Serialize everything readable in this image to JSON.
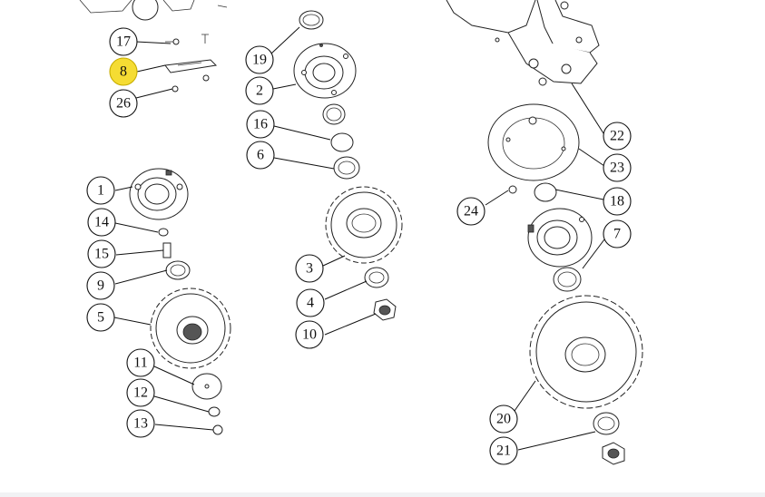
{
  "diagram": {
    "callouts": [
      {
        "id": "17",
        "label": "17",
        "highlighted": false
      },
      {
        "id": "8",
        "label": "8",
        "highlighted": true,
        "highlight_color": "#f5dc33"
      },
      {
        "id": "26",
        "label": "26",
        "highlighted": false
      },
      {
        "id": "19",
        "label": "19",
        "highlighted": false
      },
      {
        "id": "2",
        "label": "2",
        "highlighted": false
      },
      {
        "id": "16",
        "label": "16",
        "highlighted": false
      },
      {
        "id": "6",
        "label": "6",
        "highlighted": false
      },
      {
        "id": "1",
        "label": "1",
        "highlighted": false
      },
      {
        "id": "14",
        "label": "14",
        "highlighted": false
      },
      {
        "id": "15",
        "label": "15",
        "highlighted": false
      },
      {
        "id": "9",
        "label": "9",
        "highlighted": false
      },
      {
        "id": "5",
        "label": "5",
        "highlighted": false
      },
      {
        "id": "11",
        "label": "11",
        "highlighted": false
      },
      {
        "id": "12",
        "label": "12",
        "highlighted": false
      },
      {
        "id": "13",
        "label": "13",
        "highlighted": false
      },
      {
        "id": "3",
        "label": "3",
        "highlighted": false
      },
      {
        "id": "4",
        "label": "4",
        "highlighted": false
      },
      {
        "id": "10",
        "label": "10",
        "highlighted": false
      },
      {
        "id": "22",
        "label": "22",
        "highlighted": false
      },
      {
        "id": "23",
        "label": "23",
        "highlighted": false
      },
      {
        "id": "18",
        "label": "18",
        "highlighted": false
      },
      {
        "id": "24",
        "label": "24",
        "highlighted": false
      },
      {
        "id": "7",
        "label": "7",
        "highlighted": false
      },
      {
        "id": "20",
        "label": "20",
        "highlighted": false
      },
      {
        "id": "21",
        "label": "21",
        "highlighted": false
      }
    ]
  }
}
